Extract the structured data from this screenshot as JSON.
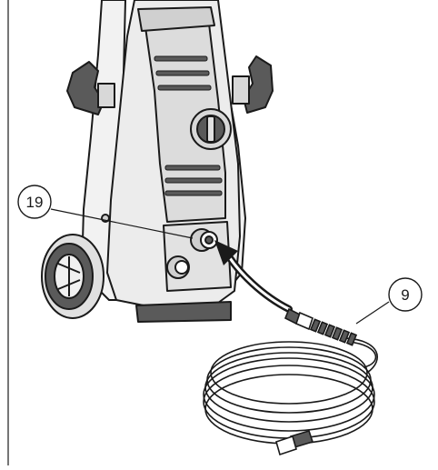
{
  "figure": {
    "callouts": [
      {
        "id": "pressure-outlet",
        "label": "19"
      },
      {
        "id": "high-pressure-hose",
        "label": "9"
      }
    ],
    "colors": {
      "line": "#1a1a1a",
      "body_fill": "#e6e6e6",
      "dark_fill": "#5a5a5a",
      "background": "#ffffff"
    }
  }
}
